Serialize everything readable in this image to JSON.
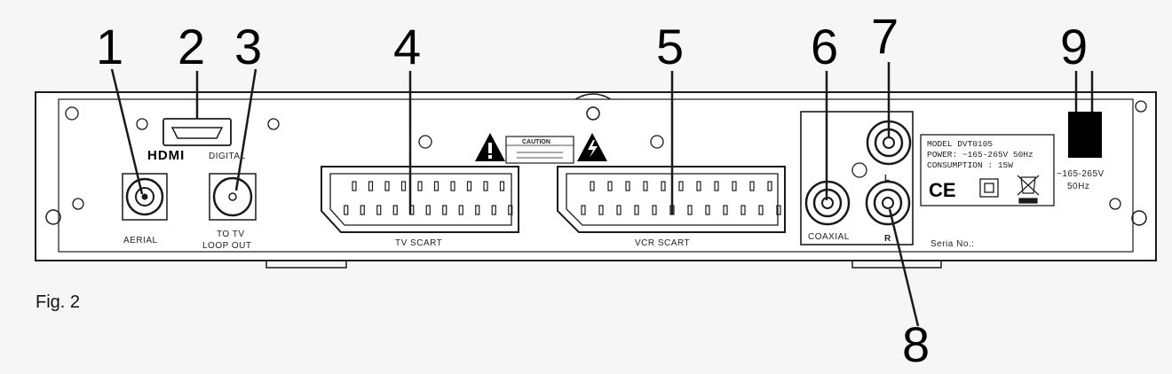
{
  "figure": {
    "caption": "Fig. 2"
  },
  "callouts": [
    "1",
    "2",
    "3",
    "4",
    "5",
    "6",
    "7",
    "8",
    "9"
  ],
  "panel_labels": {
    "hdmi_logo": "HDMI",
    "hdmi_digital": "DIGITAL",
    "aerial": "AERIAL",
    "to_tv": "TO TV",
    "loop_out": "LOOP OUT",
    "tv_scart": "TV SCART",
    "vcr_scart": "VCR SCART",
    "caution": "CAUTION",
    "coaxial": "COAXIAL",
    "audio_l": "L",
    "audio_r": "R",
    "serial_no": "Seria No.:"
  },
  "rating_plate": {
    "model": "MODEL       DVT0105",
    "power": "POWER: ~165-265V 50Hz",
    "consumption": "CONSUMPTION :   15W",
    "ce_mark": "CE"
  },
  "power_input": {
    "voltage": "~165-265V",
    "frequency": "50Hz"
  },
  "colors": {
    "line": "#1a1a1a",
    "background": "#f6f6f6",
    "panel": "#ffffff"
  }
}
